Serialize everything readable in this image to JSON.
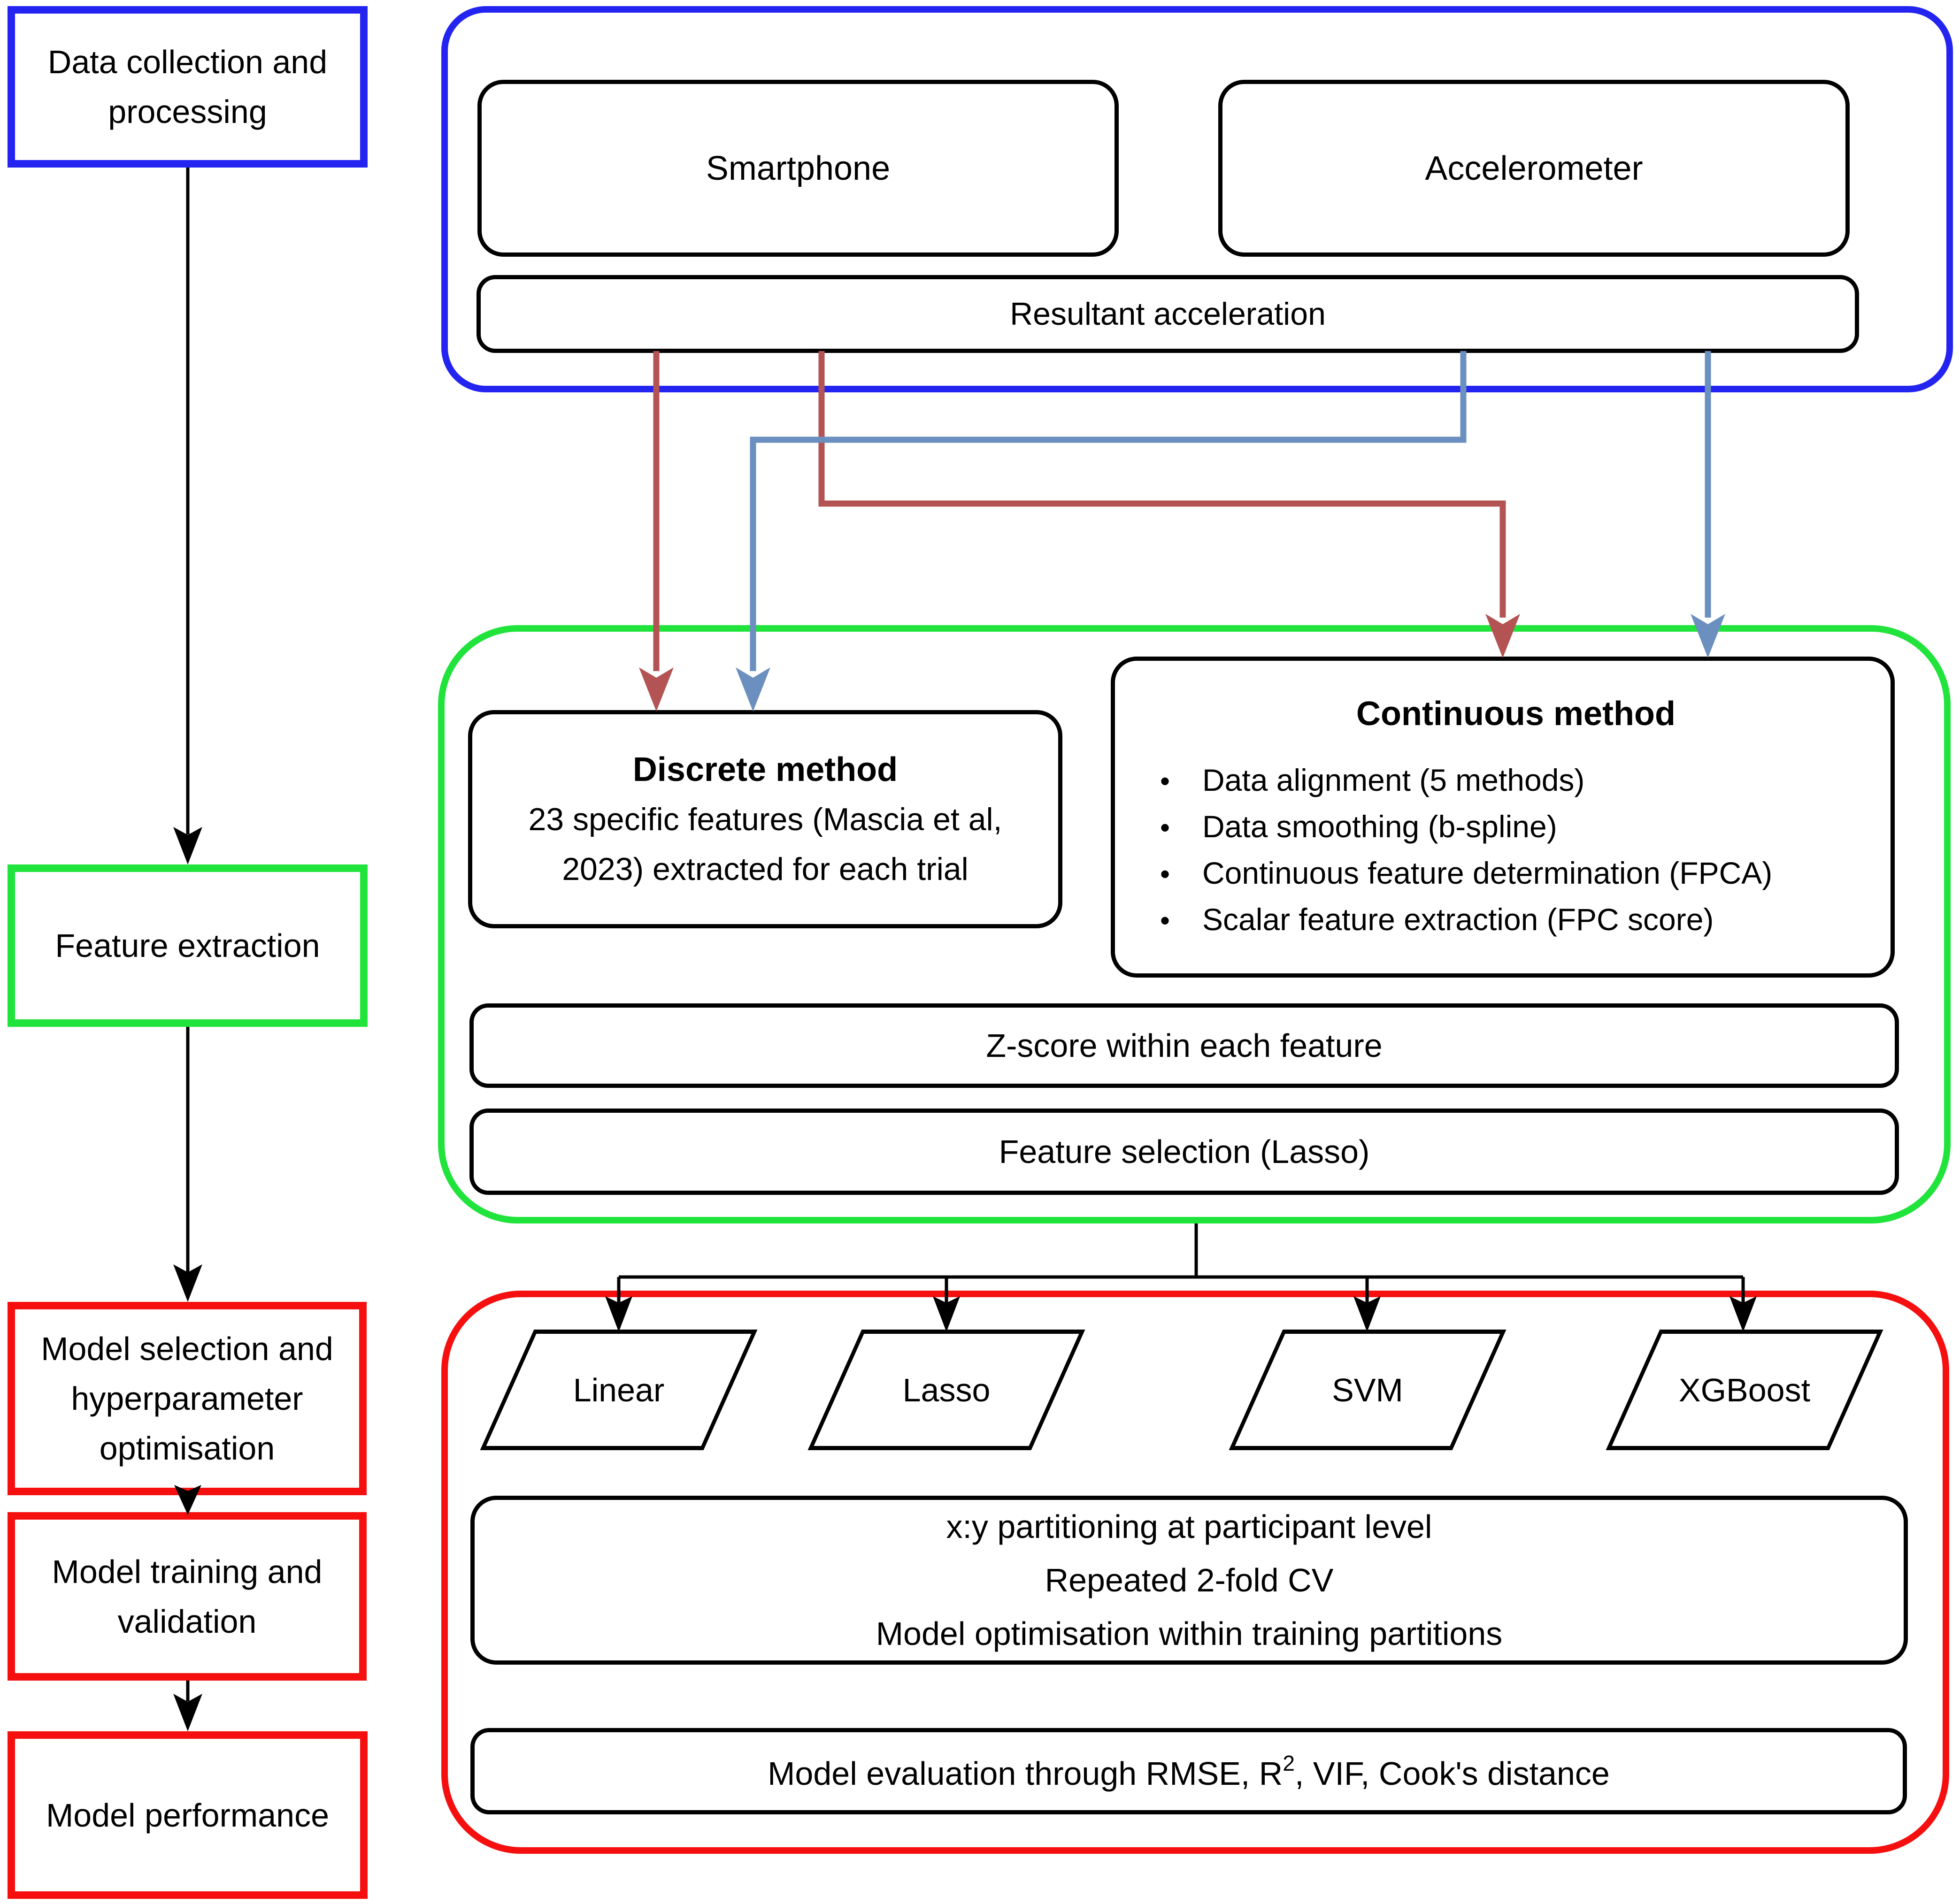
{
  "palette": {
    "stage_blue": "#2324f0",
    "stage_green": "#20e33b",
    "stage_red": "#f50f0f",
    "arrow_red": "#b35353",
    "arrow_blue": "#6b8fbf",
    "line_black": "#000000"
  },
  "left_column": {
    "data_collection": {
      "lines": [
        "Data collection and",
        "processing"
      ]
    },
    "feature_extraction": {
      "lines": [
        "Feature extraction"
      ]
    },
    "model_selection": {
      "lines": [
        "Model selection and",
        "hyperparameter",
        "optimisation"
      ]
    },
    "model_training": {
      "lines": [
        "Model training and",
        "validation"
      ]
    },
    "model_performance": {
      "lines": [
        "Model performance"
      ]
    }
  },
  "collection_group": {
    "smartphone_label": "Smartphone",
    "accelerometer_label": "Accelerometer",
    "resultant_label": "Resultant acceleration"
  },
  "feature_group": {
    "discrete": {
      "title": "Discrete method",
      "lines": [
        "23 specific features (Mascia et al,",
        "2023) extracted for each trial"
      ]
    },
    "continuous": {
      "title": "Continuous method",
      "bullet_char": "•",
      "bullets": [
        "Data alignment (5 methods)",
        "Data smoothing (b-spline)",
        "Continuous feature determination (FPCA)",
        "Scalar feature extraction (FPC score)"
      ]
    },
    "zscore_label": "Z-score within each feature",
    "selection_label": "Feature selection (Lasso)"
  },
  "model_group": {
    "models": [
      "Linear",
      "Lasso",
      "SVM",
      "XGBoost"
    ],
    "partition_lines": [
      "x:y partitioning at participant level",
      "Repeated 2-fold CV",
      "Model optimisation within training partitions"
    ],
    "evaluation": {
      "before": "Model evaluation through RMSE, R",
      "sup": "2",
      "after": ", VIF, Cook's distance"
    }
  }
}
